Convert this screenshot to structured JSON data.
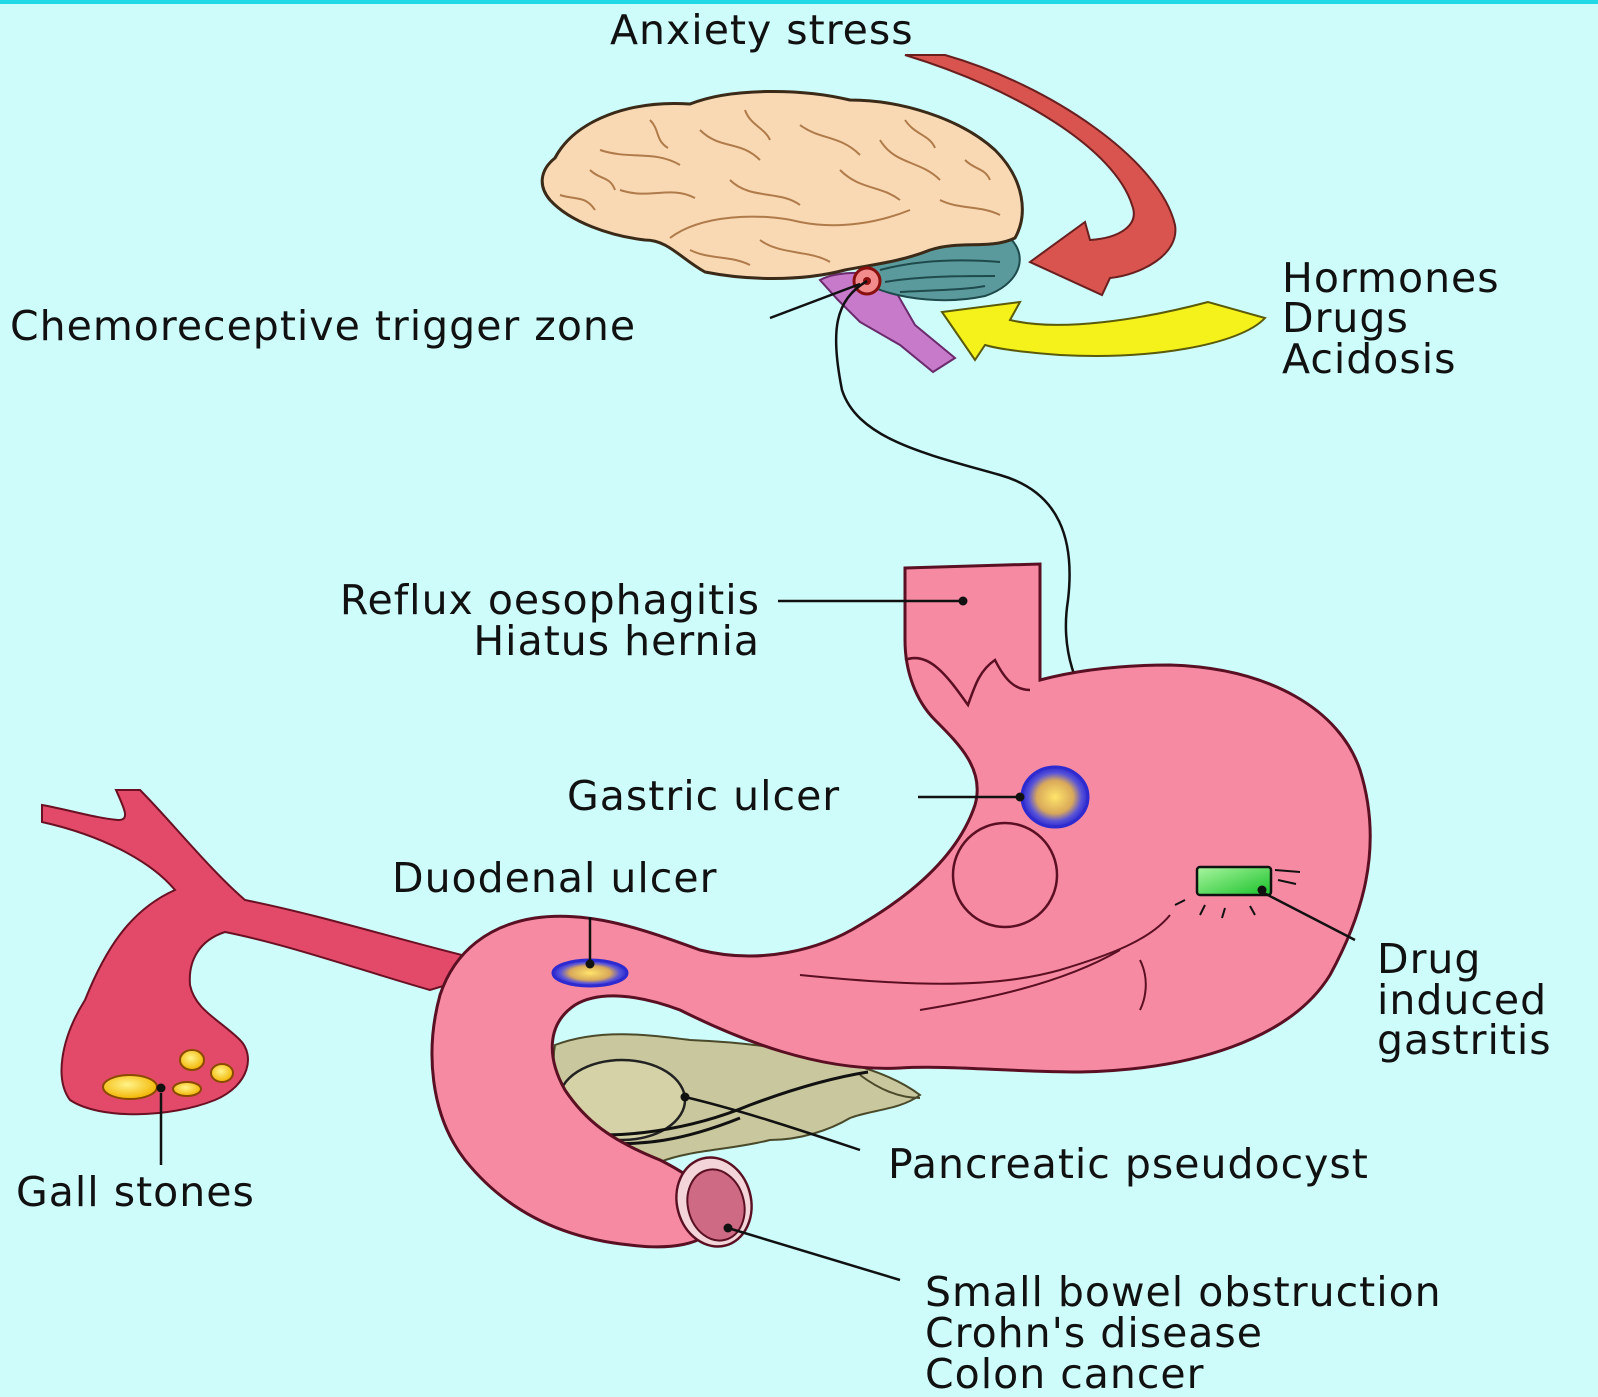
{
  "colors": {
    "background": "#cdfcfb",
    "border": "#1fd9e6",
    "stomach": "#f78aa3",
    "gallbladder": "#e34a6a",
    "brain": "#f9d9b4",
    "cerebellum": "#5a9a9c",
    "brainstem": "#c67ac9",
    "pancreas": "#c9c79e",
    "red_arrow": "#d9534f",
    "yellow_arrow": "#f4f21a",
    "ulcer_ring": "#3a3ad6",
    "gastritis_patch": "#3ddc44",
    "stone": "#ffd21a"
  },
  "labels": {
    "anxiety": "Anxiety stress",
    "ctz": "Chemoreceptive trigger zone",
    "hormones": [
      "Hormones",
      "Drugs",
      "Acidosis"
    ],
    "reflux": [
      "Reflux oesophagitis",
      "Hiatus hernia"
    ],
    "gastric_ulcer": "Gastric ulcer",
    "duodenal_ulcer": "Duodenal ulcer",
    "drug_gastritis": [
      "Drug",
      "induced",
      "gastritis"
    ],
    "gall_stones": "Gall stones",
    "pancreatic": "Pancreatic pseudocyst",
    "bowel": [
      "Small bowel obstruction",
      "Crohn's disease",
      "Colon cancer"
    ]
  }
}
